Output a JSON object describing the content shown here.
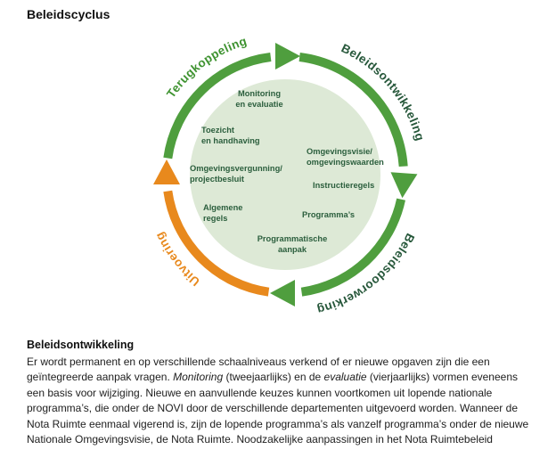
{
  "page": {
    "title": "Beleidscyclus"
  },
  "diagram": {
    "colors": {
      "green": "#4f9e3e",
      "orange": "#e8891d",
      "green_label": "#3f9331",
      "dark_label": "#26573a",
      "inner_text": "#2b5e3d",
      "circle_fill": "#dde9d6"
    },
    "outer_labels": {
      "terugkoppeling": "Terugkoppeling",
      "beleidsontwikkeling": "Beleidsontwikkeling",
      "beleidsdoorwerking": "Beleidsdoorwerking",
      "uitvoering": "Uitvoering"
    },
    "inner_labels": [
      {
        "line1": "Monitoring",
        "line2": "en evaluatie"
      },
      {
        "line1": "Toezicht",
        "line2": "en handhaving"
      },
      {
        "line1": "Omgevingsvergunning/",
        "line2": "projectbesluit"
      },
      {
        "line1": "Algemene",
        "line2": "regels"
      },
      {
        "line1": "Omgevingsvisie/",
        "line2": "omgevingswaarden"
      },
      {
        "line1": "Instructieregels"
      },
      {
        "line1": "Programma’s"
      },
      {
        "line1": "Programmatische",
        "line2": "aanpak"
      }
    ]
  },
  "section": {
    "heading": "Beleidsontwikkeling",
    "paragraph": {
      "seg1": "Er wordt permanent en op verschillende schaalniveaus verkend of er nieuwe opgaven zijn die een geïntegreerde aanpak vragen. ",
      "seg2_italic": "Monitoring",
      "seg3": " (tweejaarlijks) en de ",
      "seg4_italic": "evaluatie",
      "seg5": " (vierjaarlijks) vormen eveneens een basis voor wijziging. Nieuwe en aanvullende keuzes kunnen voortkomen uit lopende nationale programma’s, die onder de NOVI door de verschillende departementen uitgevoerd worden. Wanneer de Nota Ruimte eenmaal vigerend is, zijn de lopende programma’s als vanzelf programma’s onder de nieuwe Nationale Omgevingsvisie, de Nota Ruimte. Noodzakelijke aanpassingen in het Nota Ruimtebeleid"
    }
  }
}
